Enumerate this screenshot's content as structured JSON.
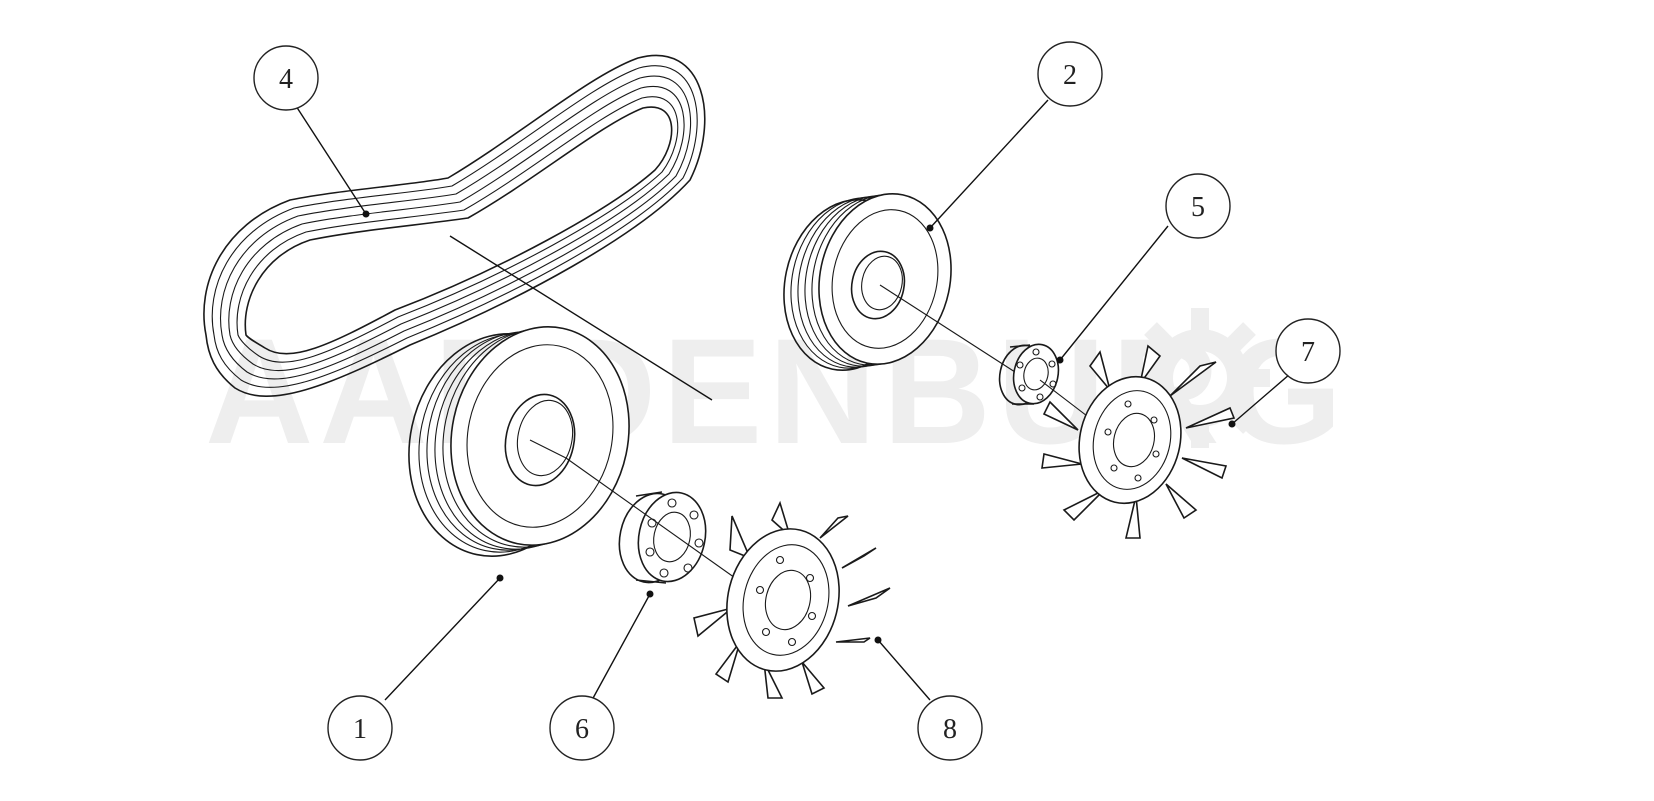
{
  "watermark": {
    "text": "AARDENBURG",
    "color": "#eeeeee",
    "icon": "gear-icon"
  },
  "parts": [
    {
      "id": "1",
      "number": "1"
    },
    {
      "id": "2",
      "number": "2"
    },
    {
      "id": "4",
      "number": "4"
    },
    {
      "id": "5",
      "number": "5"
    },
    {
      "id": "6",
      "number": "6"
    },
    {
      "id": "7",
      "number": "7"
    },
    {
      "id": "8",
      "number": "8"
    }
  ],
  "colors": {
    "line": "#1a1a1a",
    "background": "#ffffff"
  }
}
